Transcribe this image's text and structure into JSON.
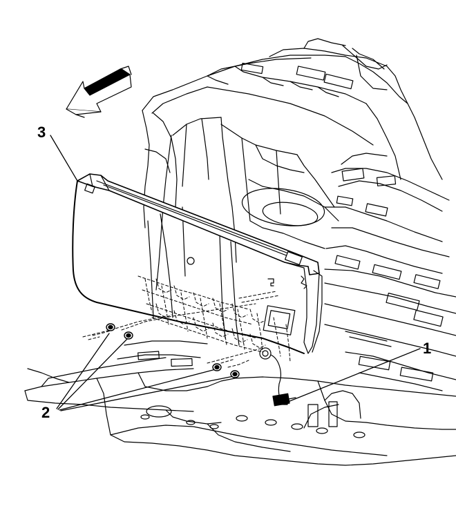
{
  "callouts": {
    "one": "1",
    "two": "2",
    "three": "3"
  },
  "colors": {
    "line": "#000000",
    "background": "#ffffff"
  },
  "icons": {
    "direction": "forward-direction-arrow-icon"
  }
}
